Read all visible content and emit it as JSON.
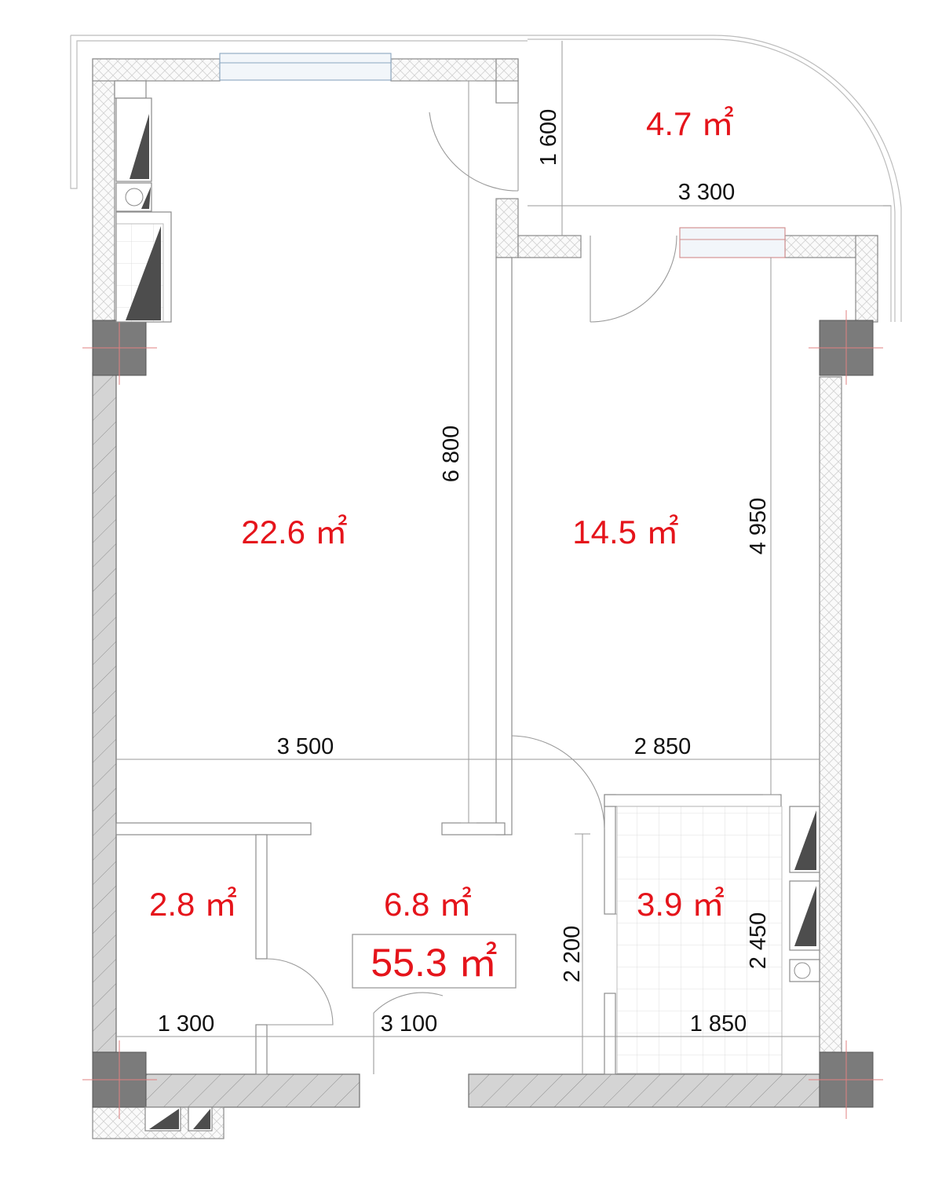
{
  "plan": {
    "total_area": "55.3 ㎡",
    "rooms": [
      {
        "id": "living",
        "area": "22.6 ㎡"
      },
      {
        "id": "bedroom",
        "area": "14.5 ㎡"
      },
      {
        "id": "balcony",
        "area": "4.7 ㎡"
      },
      {
        "id": "hall",
        "area": "6.8 ㎡"
      },
      {
        "id": "storage",
        "area": "2.8 ㎡"
      },
      {
        "id": "bathroom",
        "area": "3.9 ㎡"
      }
    ],
    "dimensions": [
      {
        "id": "balcony-depth",
        "label": "1 600"
      },
      {
        "id": "balcony-width",
        "label": "3 300"
      },
      {
        "id": "living-length",
        "label": "6 800"
      },
      {
        "id": "bedroom-length",
        "label": "4 950"
      },
      {
        "id": "living-width",
        "label": "3 500"
      },
      {
        "id": "bedroom-width",
        "label": "2 850"
      },
      {
        "id": "hall-depth",
        "label": "2 200"
      },
      {
        "id": "bathroom-depth",
        "label": "2 450"
      },
      {
        "id": "storage-width",
        "label": "1 300"
      },
      {
        "id": "hall-width",
        "label": "3 100"
      },
      {
        "id": "bathroom-width",
        "label": "1 850"
      }
    ],
    "colors": {
      "area_text": "#e5141b",
      "wall_fill": "#d4d4d4",
      "column_fill": "#7b7b7b"
    }
  }
}
